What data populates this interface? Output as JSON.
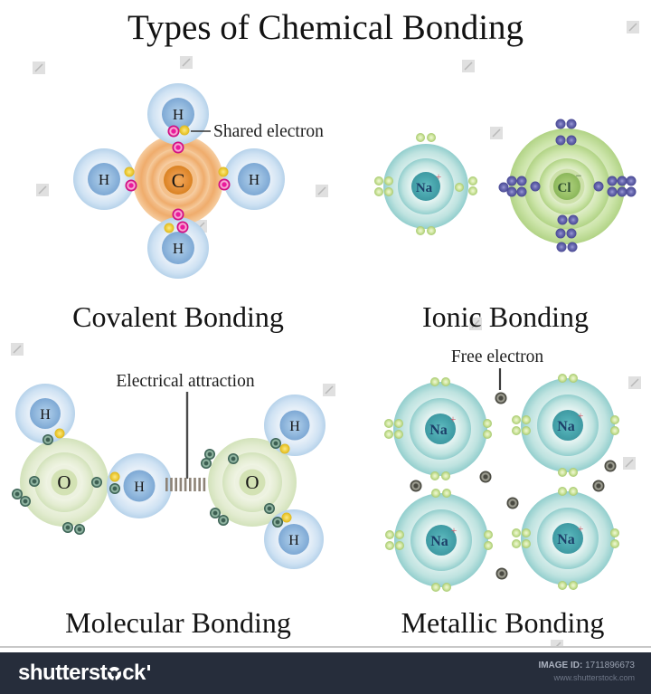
{
  "title": "Types of Chemical Bonding",
  "panels": {
    "covalent": {
      "caption": "Covalent Bonding",
      "annotation": "Shared electron",
      "carbon": "C",
      "hydrogen": "H"
    },
    "ionic": {
      "caption": "Ionic Bonding",
      "sodium": "Na",
      "sodium_charge": "+",
      "chlorine": "Cl",
      "chlorine_charge": "−"
    },
    "molecular": {
      "caption": "Molecular Bonding",
      "annotation": "Electrical attraction",
      "oxygen": "O",
      "hydrogen": "H"
    },
    "metallic": {
      "caption": "Metallic Bonding",
      "annotation": "Free electron",
      "sodium": "Na",
      "sodium_charge": "+"
    }
  },
  "footer": {
    "logo_prefix": "shutterst",
    "logo_suffix": "ck",
    "image_id_label": "IMAGE ID:",
    "image_id": "1711896673",
    "website": "www.shutterstock.com"
  },
  "colors": {
    "background": "#ffffff",
    "carbon_orange": "#e8953f",
    "hydrogen_blue": "#8db5de",
    "sodium_teal": "#4aacb2",
    "chlorine_green": "#9cc768",
    "oxygen_green": "#d6e4ba",
    "electron_pink": "#e6169a",
    "electron_yellow": "#f3d54a",
    "electron_light_green": "#c3e08e",
    "electron_purple": "#6161a8",
    "electron_dark_green": "#3f6456",
    "free_electron_gray": "#55554b",
    "na_text": "#1c3e68",
    "charge_red": "#d05a68",
    "cl_text": "#2f4f2f",
    "footer_bg": "#262d3b"
  }
}
